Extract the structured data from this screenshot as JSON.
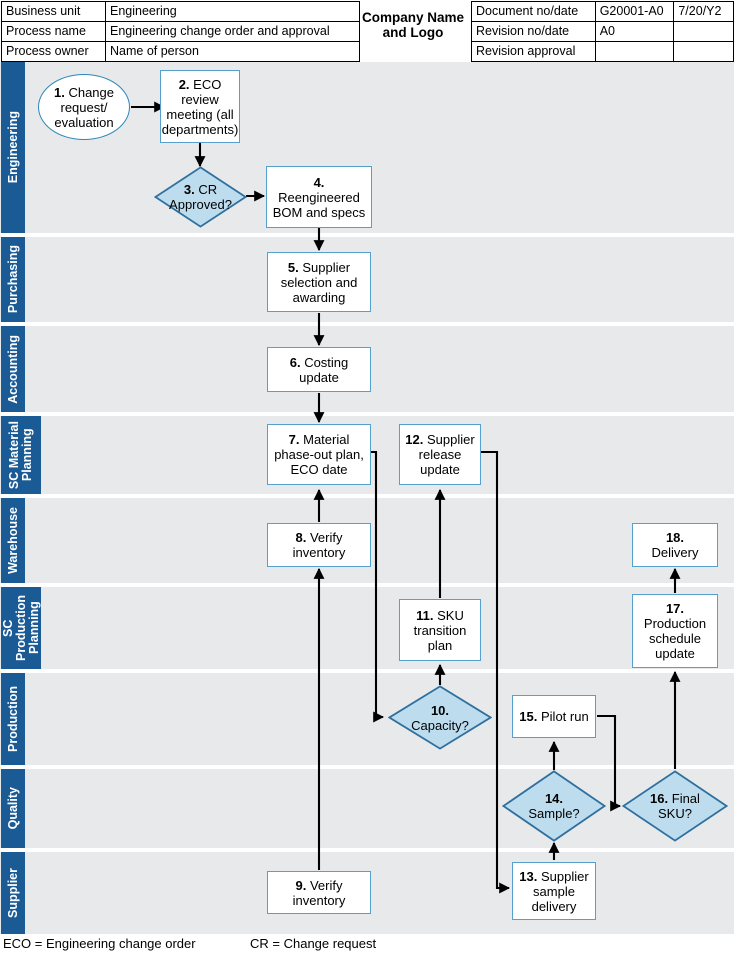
{
  "header": {
    "left_table": [
      {
        "key": "Business unit",
        "value": "Engineering"
      },
      {
        "key": "Process name",
        "value": "Engineering change order and approval"
      },
      {
        "key": "Process owner",
        "value": "Name of person"
      }
    ],
    "company": "Company Name and Logo",
    "right_table": [
      {
        "key": "Document no/date",
        "v1": "G20001-A0",
        "v2": "7/20/Y2"
      },
      {
        "key": "Revision no/date",
        "v1": "A0",
        "v2": ""
      },
      {
        "key": "Revision approval",
        "v1": "",
        "v2": ""
      }
    ]
  },
  "lanes": [
    {
      "label": "Engineering"
    },
    {
      "label": "Purchasing"
    },
    {
      "label": "Accounting"
    },
    {
      "label": "SC Material\nPlanning"
    },
    {
      "label": "Warehouse"
    },
    {
      "label": "SC\nProduction\nPlanning"
    },
    {
      "label": "Production"
    },
    {
      "label": "Quality"
    },
    {
      "label": "Supplier"
    }
  ],
  "nodes": [
    {
      "id": 1,
      "num": "1.",
      "text": "Change request/ evaluation",
      "shape": "terminator",
      "lane": "Engineering"
    },
    {
      "id": 2,
      "num": "2.",
      "text": "ECO review meeting (all departments)",
      "shape": "process",
      "lane": "Engineering"
    },
    {
      "id": 3,
      "num": "3.",
      "text": "CR Approved?",
      "shape": "decision",
      "lane": "Engineering"
    },
    {
      "id": 4,
      "num": "4.",
      "text": "Reengineered BOM and specs",
      "shape": "process",
      "lane": "Engineering"
    },
    {
      "id": 5,
      "num": "5.",
      "text": "Supplier selection and awarding",
      "shape": "process",
      "lane": "Purchasing"
    },
    {
      "id": 6,
      "num": "6.",
      "text": "Costing update",
      "shape": "process",
      "lane": "Accounting"
    },
    {
      "id": 7,
      "num": "7.",
      "text": "Material phase-out plan, ECO date",
      "shape": "process",
      "lane": "SC Material Planning"
    },
    {
      "id": 8,
      "num": "8.",
      "text": "Verify inventory",
      "shape": "process",
      "lane": "Warehouse"
    },
    {
      "id": 9,
      "num": "9.",
      "text": "Verify inventory",
      "shape": "process",
      "lane": "Supplier"
    },
    {
      "id": 10,
      "num": "10.",
      "text": "Capacity?",
      "shape": "decision",
      "lane": "Production"
    },
    {
      "id": 11,
      "num": "11.",
      "text": "SKU transition plan",
      "shape": "process",
      "lane": "SC Production Planning"
    },
    {
      "id": 12,
      "num": "12.",
      "text": "Supplier release update",
      "shape": "process",
      "lane": "SC Material Planning"
    },
    {
      "id": 13,
      "num": "13.",
      "text": "Supplier sample delivery",
      "shape": "process",
      "lane": "Supplier"
    },
    {
      "id": 14,
      "num": "14.",
      "text": "Sample?",
      "shape": "decision",
      "lane": "Quality"
    },
    {
      "id": 15,
      "num": "15.",
      "text": "Pilot run",
      "shape": "process",
      "lane": "Production"
    },
    {
      "id": 16,
      "num": "16.",
      "text": "Final SKU?",
      "shape": "decision",
      "lane": "Quality"
    },
    {
      "id": 17,
      "num": "17.",
      "text": "Production schedule update",
      "shape": "process",
      "lane": "SC Production Planning"
    },
    {
      "id": 18,
      "num": "18.",
      "text": "Delivery",
      "shape": "process",
      "lane": "Warehouse"
    }
  ],
  "flows": [
    {
      "from": 1,
      "to": 2
    },
    {
      "from": 2,
      "to": 3
    },
    {
      "from": 3,
      "to": 4
    },
    {
      "from": 4,
      "to": 5
    },
    {
      "from": 5,
      "to": 6
    },
    {
      "from": 6,
      "to": 7
    },
    {
      "from": 7,
      "to": 10
    },
    {
      "from": 8,
      "to": 7
    },
    {
      "from": 9,
      "to": 8
    },
    {
      "from": 10,
      "to": 11
    },
    {
      "from": 11,
      "to": 12
    },
    {
      "from": 12,
      "to": 13
    },
    {
      "from": 13,
      "to": 14
    },
    {
      "from": 14,
      "to": 15
    },
    {
      "from": 15,
      "to": 16
    },
    {
      "from": 16,
      "to": 17
    },
    {
      "from": 17,
      "to": 18
    }
  ],
  "footer": {
    "legend_eco": "ECO = Engineering change order",
    "legend_cr": "CR = Change request"
  },
  "colors": {
    "lane_header": "#1a5b96",
    "lane_body": "#e7e9ea",
    "box_border": "#56a0ce",
    "decision_fill": "#bdddef",
    "decision_border": "#2e6f9e",
    "connector": "#000000"
  }
}
